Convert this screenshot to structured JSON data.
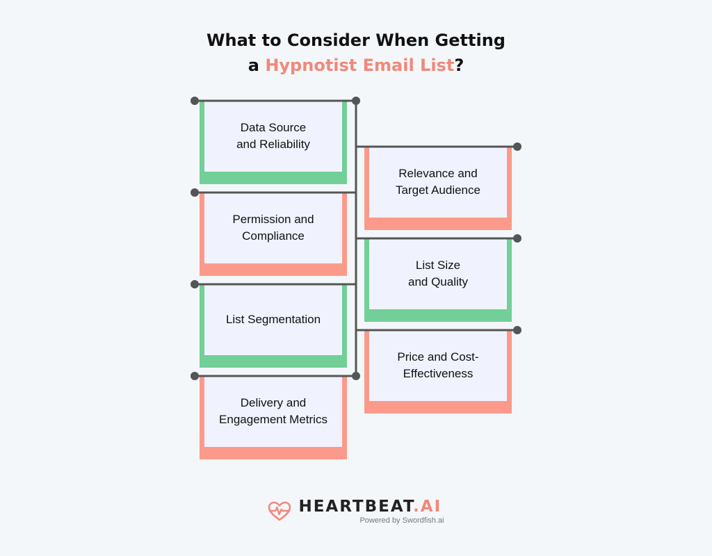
{
  "title": {
    "line1": "What to Consider When Getting",
    "line2_prefix": "a ",
    "line2_highlight": "Hypnotist Email List",
    "line2_suffix": "?"
  },
  "left_items": [
    {
      "label": "Data Source\nand Reliability",
      "color": "green"
    },
    {
      "label": "Permission and\nCompliance",
      "color": "salmon"
    },
    {
      "label": "List Segmentation",
      "color": "green"
    },
    {
      "label": "Delivery and\nEngagement Metrics",
      "color": "salmon"
    }
  ],
  "right_items": [
    {
      "label": "Relevance and\nTarget Audience",
      "color": "salmon"
    },
    {
      "label": "List Size\nand Quality",
      "color": "green"
    },
    {
      "label": "Price and Cost-\nEffectiveness",
      "color": "salmon"
    }
  ],
  "colors": {
    "accent": "#f2887a",
    "green": "#72cf97",
    "salmon": "#fb9a8b",
    "card_bg": "#f0f3fe",
    "line": "#555555"
  },
  "footer": {
    "brand_main": "HEARTBEAT",
    "brand_suffix": ".AI",
    "powered_by": "Powered by Swordfish.ai",
    "logo_icon": "heart-pulse-icon"
  }
}
